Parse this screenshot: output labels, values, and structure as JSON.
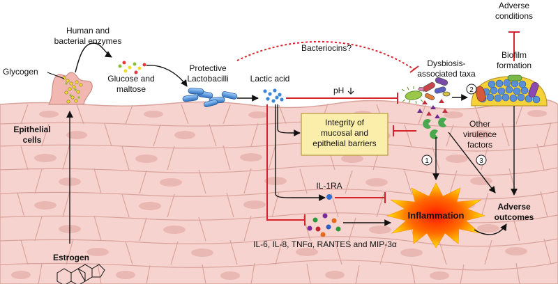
{
  "labels": {
    "human_enzymes_l1": "Human and",
    "human_enzymes_l2": "bacterial enzymes",
    "glycogen": "Glycogen",
    "glucose_l1": "Glucose and",
    "glucose_l2": "maltose",
    "protective_l1": "Protective",
    "protective_l2": "Lactobacilli",
    "lactic_acid": "Lactic acid",
    "bacteriocins": "Bacteriocins?",
    "dysbiosis_l1": "Dysbiosis-",
    "dysbiosis_l2": "associated taxa",
    "ph": "pH",
    "adverse_conditions_l1": "Adverse",
    "adverse_conditions_l2": "conditions",
    "biofilm_l1": "Biofilm",
    "biofilm_l2": "formation",
    "epithelial_l1": "Epithelial",
    "epithelial_l2": "cells",
    "integrity_l1": "Integrity of",
    "integrity_l2": "mucosal and",
    "integrity_l3": "epithelial barriers",
    "other_l1": "Other",
    "other_l2": "virulence",
    "other_l3": "factors",
    "num1": "1",
    "num2": "2",
    "num3": "3",
    "il1ra": "IL-1RA",
    "inflammation": "Inflammation",
    "adverse_outcomes_l1": "Adverse",
    "adverse_outcomes_l2": "outcomes",
    "cytokines": "IL-6, IL-8, TNFα, RANTES and MIP-3α",
    "estrogen": "Estrogen"
  },
  "colors": {
    "tissue": "#f6d3cf",
    "cell_line": "#d9a39c",
    "nucleus": "#eab8b2",
    "inhibit": "#d3242b",
    "arrow": "#111111",
    "lacto": "#4a90d6",
    "integrity_fill": "#fbeeaa",
    "integrity_stroke": "#b59a3c"
  }
}
